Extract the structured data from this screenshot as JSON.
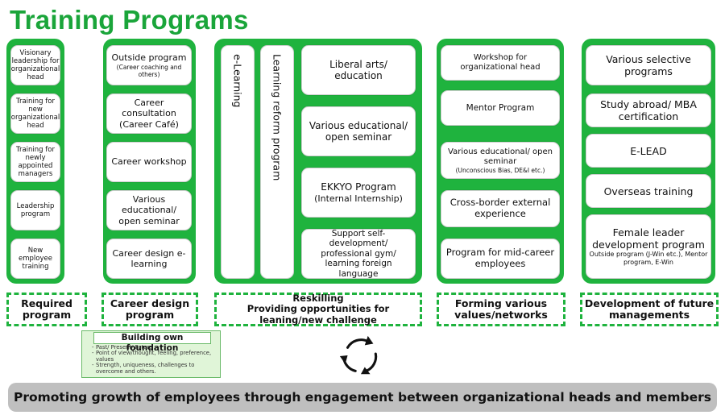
{
  "title": "Training Programs",
  "columns": {
    "required": {
      "items": [
        "Visionary leadership for organizational head",
        "Training for new organizational head",
        "Training for newly appointed managers",
        "Leadership program",
        "New employee training"
      ],
      "label": "Required program"
    },
    "career": {
      "items": [
        {
          "main": "Outside program",
          "sub": "(Career coaching and others)"
        },
        {
          "main": "Career consultation (Career Café)"
        },
        {
          "main": "Career workshop"
        },
        {
          "main": "Various educational/ open seminar"
        },
        {
          "main": "Career design e-learning"
        }
      ],
      "label": "Career design program"
    },
    "reskilling": {
      "vertical": [
        "e-Learning",
        "Learning reform program"
      ],
      "items": [
        "Liberal arts/ education",
        "Various educational/ open seminar",
        {
          "main": "EKKYO Program",
          "sub": "(Internal Internship)"
        },
        "Support self-development/ professional gym/ learning foreign language"
      ],
      "label_line1": "Reskilling",
      "label_line2": "Providing opportunities for leaning/new challenge"
    },
    "networks": {
      "items": [
        "Workshop for organizational head",
        "Mentor Program",
        {
          "main": "Various educational/ open seminar",
          "sub": "(Unconscious Bias, DE&I etc.)"
        },
        "Cross-border external experience",
        "Program for mid-career employees"
      ],
      "label": "Forming various values/networks"
    },
    "future": {
      "items": [
        "Various selective programs",
        "Study abroad/ MBA certification",
        "E-LEAD",
        "Overseas training",
        {
          "main": "Female leader development program",
          "sub": "Outside program (J-Win etc.), Mentor program, E-Win"
        }
      ],
      "label": "Development of future managements"
    }
  },
  "foundation": {
    "title": "Building own foundation",
    "points": [
      "Past/ Present/ Future",
      "Point of view/thought, feeling, preference, values",
      "Strength, uniqueness, challenges to overcome and others."
    ]
  },
  "cycle_icon": "cycle-arrows-icon",
  "bottom_banner": "Promoting growth of employees through engagement between organizational heads and members",
  "colors": {
    "green": "#1fb33e",
    "title_green": "#1aa53a",
    "banner_gray": "#bfbfbf"
  }
}
